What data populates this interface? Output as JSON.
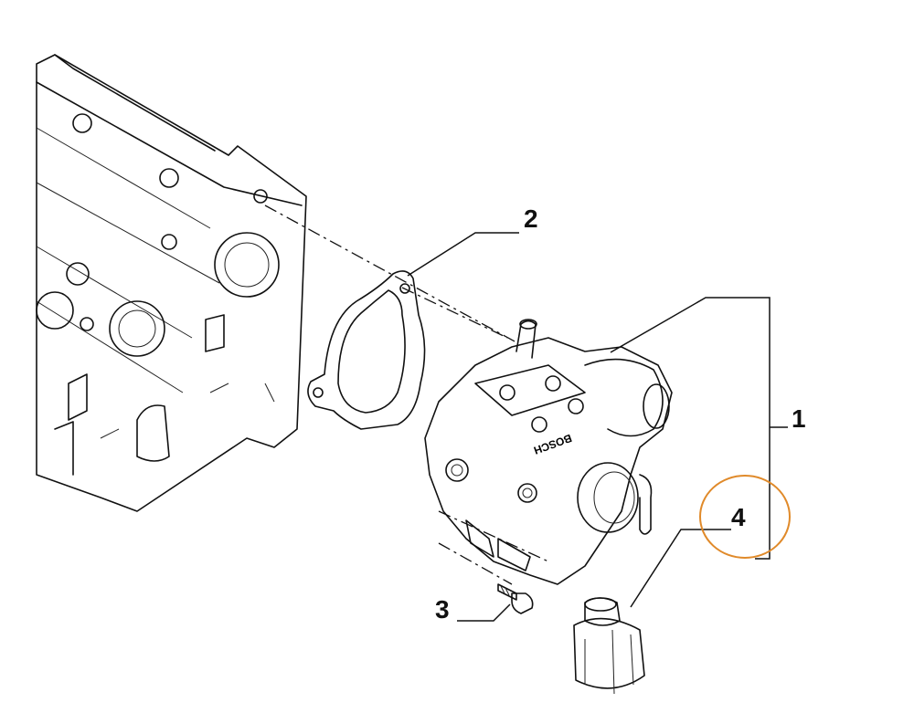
{
  "callouts": [
    {
      "id": "1",
      "label": "1"
    },
    {
      "id": "2",
      "label": "2"
    },
    {
      "id": "3",
      "label": "3"
    },
    {
      "id": "4",
      "label": "4"
    }
  ],
  "pump_marking": "BOSCH",
  "highlight": {
    "target": "4",
    "color": "#e08a2a"
  }
}
